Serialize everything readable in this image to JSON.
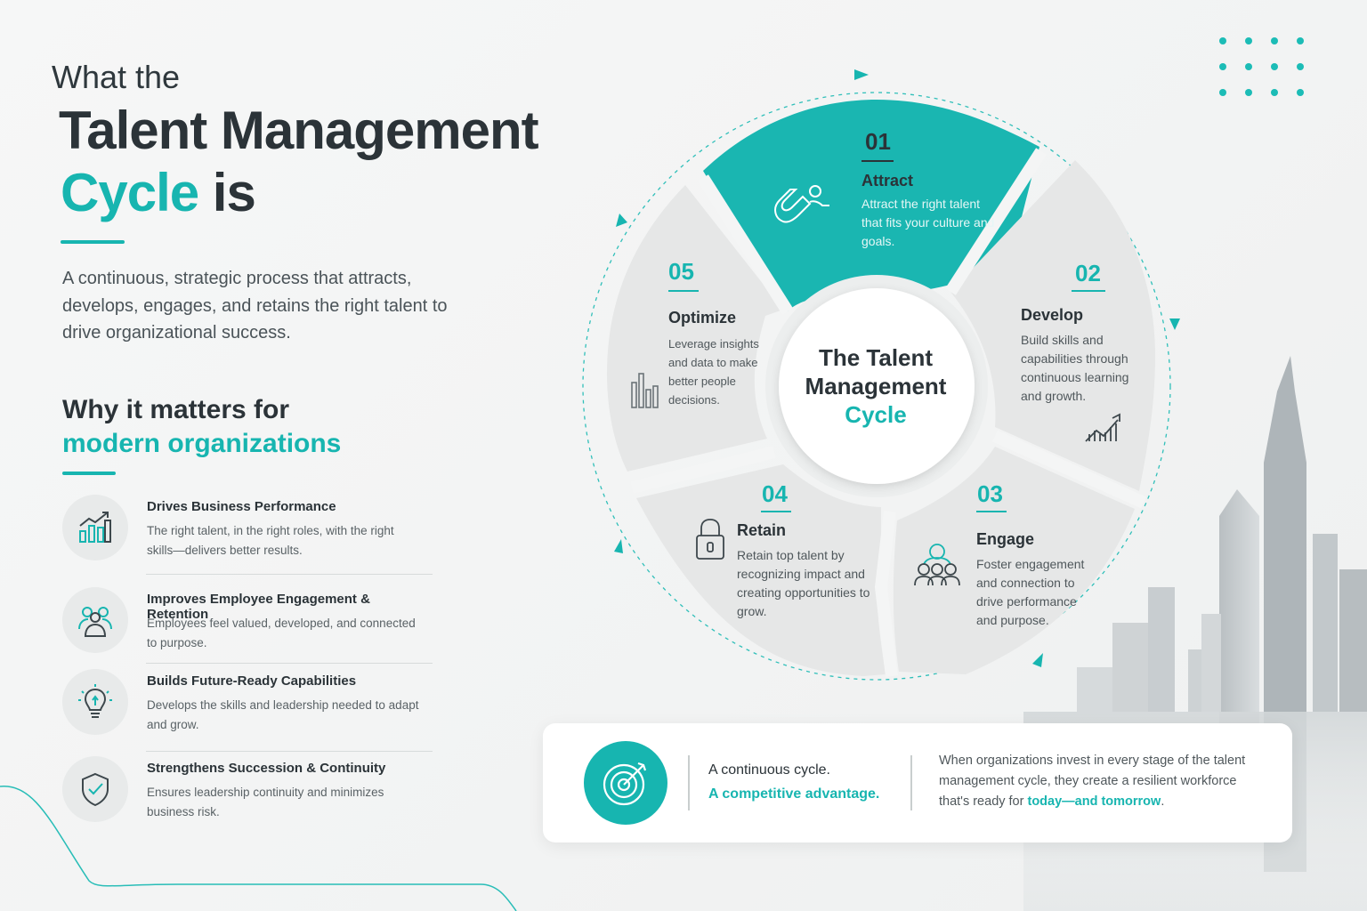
{
  "heading": {
    "line1": "What the",
    "line2": "Talent Management",
    "line3_accent": "Cycle",
    "line3_rest": " is"
  },
  "intro": "A continuous, strategic process that attracts, develops, engages, and retains the right talent to drive organizational success.",
  "why": {
    "title": "Why it matters for",
    "accent": "modern organizations",
    "items": [
      {
        "icon": "growth-chart-icon",
        "title": "Drives Business Performance",
        "desc": "The right talent, in the right roles, with the right skills—delivers better results."
      },
      {
        "icon": "people-group-icon",
        "title": "Improves Employee Engagement & Retention",
        "desc": "Employees feel valued, developed, and connected to purpose."
      },
      {
        "icon": "lightbulb-icon",
        "title": "Builds Future-Ready Capabilities",
        "desc": "Develops the skills and leadership needed to adapt and grow."
      },
      {
        "icon": "shield-check-icon",
        "title": "Strengthens Succession & Continuity",
        "desc": "Ensures leadership continuity and minimizes business risk."
      }
    ]
  },
  "cycle": {
    "center": {
      "line1": "The Talent",
      "line2": "Management",
      "line3": "Cycle"
    },
    "stages": [
      {
        "num": "01",
        "title": "Attract",
        "desc": "Attract the right talent that fits your culture and goals.",
        "icon": "magnet-icon"
      },
      {
        "num": "02",
        "title": "Develop",
        "desc": "Build skills and capabilities through continuous learning and growth.",
        "icon": "growth-arrow-icon"
      },
      {
        "num": "03",
        "title": "Engage",
        "desc": "Foster engagement and connection to drive performance and purpose.",
        "icon": "people-icon"
      },
      {
        "num": "04",
        "title": "Retain",
        "desc": "Retain top talent by recognizing impact and creating opportunities to grow.",
        "icon": "lock-icon"
      },
      {
        "num": "05",
        "title": "Optimize",
        "desc": "Leverage insights and data to make better people decisions.",
        "icon": "bar-chart-icon"
      }
    ]
  },
  "bottom": {
    "icon": "target-icon",
    "line1": "A continuous cycle.",
    "line2": "A competitive advantage.",
    "text_main": "When organizations invest in every stage of the talent management cycle, they create a resilient workforce that's ready for ",
    "text_accent": "today—and tomorrow",
    "text_end": "."
  },
  "colors": {
    "accent": "#17b5b0",
    "dark": "#2b3338",
    "segment": "#e6e7e7"
  }
}
